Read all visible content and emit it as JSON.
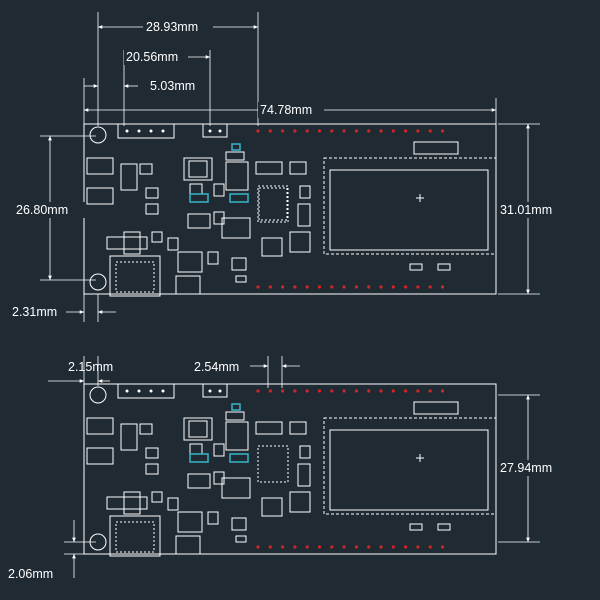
{
  "colors": {
    "background": "#1f2a33",
    "lines": "#ffffff",
    "pin_dots": "#d0262a",
    "leds": "#36b5c8"
  },
  "top_view": {
    "dims": {
      "d_28_93": "28.93mm",
      "d_20_56": "20.56mm",
      "d_5_03": "5.03mm",
      "d_74_78": "74.78mm",
      "d_26_80": "26.80mm",
      "d_31_01": "31.01mm",
      "d_2_31": "2.31mm"
    }
  },
  "bottom_view": {
    "dims": {
      "d_2_15": "2.15mm",
      "d_2_54": "2.54mm",
      "d_27_94": "27.94mm",
      "d_2_06": "2.06mm"
    }
  },
  "icons": [
    "mounting-hole-icon",
    "oled-display-icon",
    "chip-icon",
    "usb-c-icon",
    "button-icon"
  ]
}
